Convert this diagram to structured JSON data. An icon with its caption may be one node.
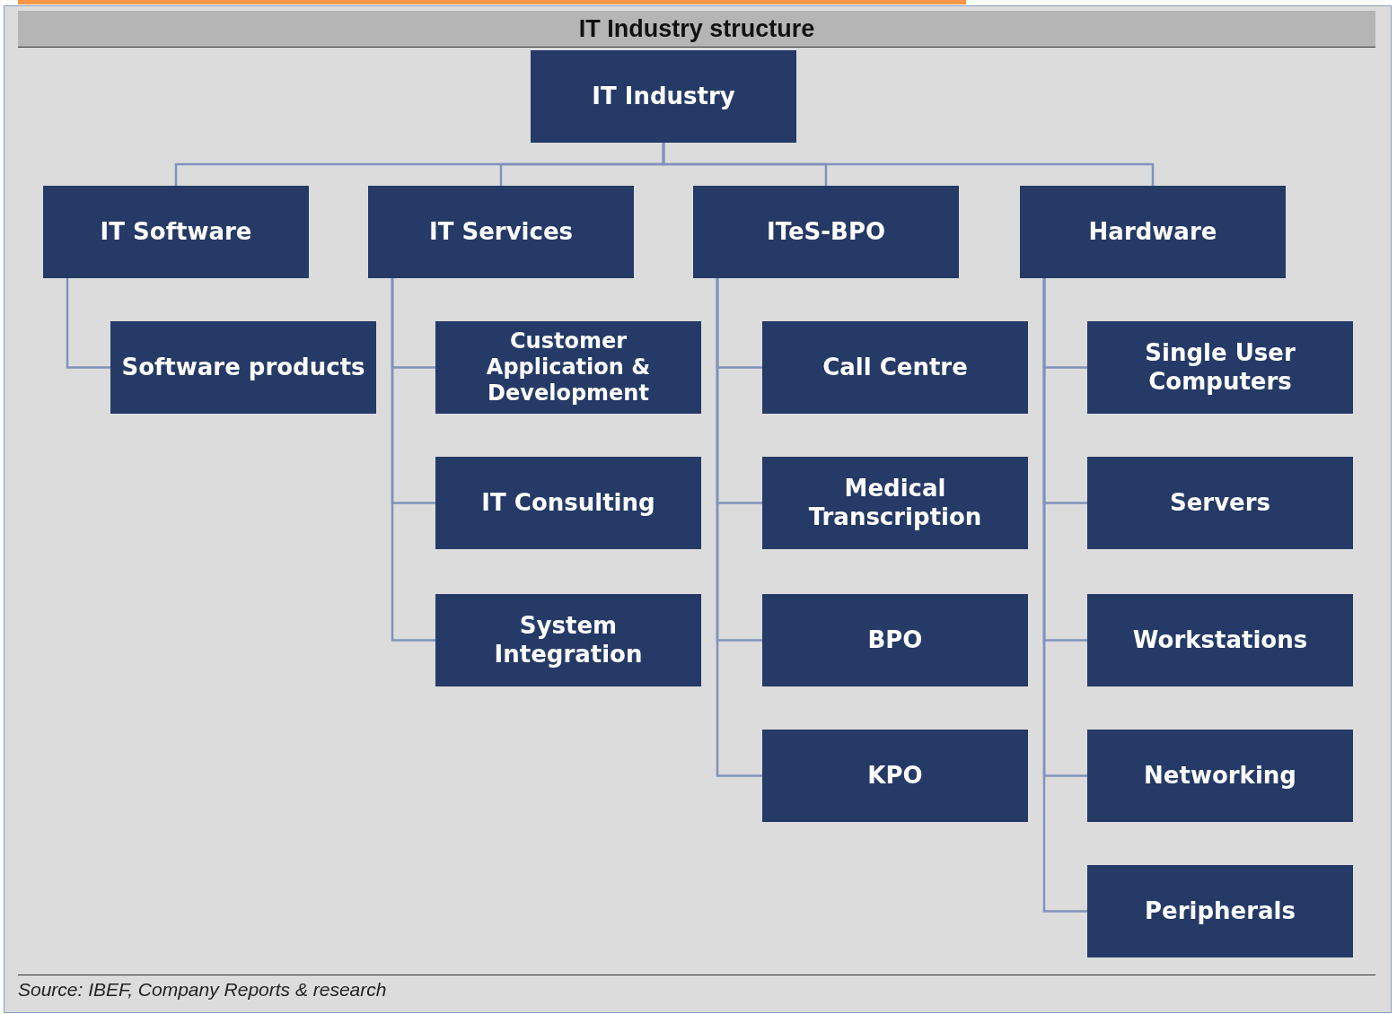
{
  "diagram": {
    "title": "IT Industry structure",
    "caption": "Source: IBEF, Company Reports & research",
    "nodes": [
      {
        "text": [
          "IT Industry"
        ]
      },
      {
        "text": [
          "IT Software"
        ]
      },
      {
        "text": [
          "IT Services"
        ]
      },
      {
        "text": [
          "ITeS-BPO"
        ]
      },
      {
        "text": [
          "Hardware"
        ]
      },
      {
        "text": [
          "Software products"
        ]
      },
      {
        "text": [
          "Customer Application & Development"
        ]
      },
      {
        "text": [
          "IT Consulting"
        ]
      },
      {
        "text": [
          "System Integration"
        ]
      },
      {
        "text": [
          "Call Centre"
        ]
      },
      {
        "text": [
          "Medical Transcription"
        ]
      },
      {
        "text": [
          "BPO"
        ]
      },
      {
        "text": [
          "KPO"
        ]
      },
      {
        "text": [
          "Single User Computers"
        ]
      },
      {
        "text": [
          "Servers"
        ]
      },
      {
        "text": [
          "Workstations"
        ]
      },
      {
        "text": [
          "Networking"
        ]
      },
      {
        "text": [
          "Peripherals"
        ]
      }
    ],
    "edges": [
      {
        "from": 0,
        "to": 1,
        "arrow": "none"
      },
      {
        "from": 0,
        "to": 2,
        "arrow": "none"
      },
      {
        "from": 0,
        "to": 3,
        "arrow": "none"
      },
      {
        "from": 0,
        "to": 4,
        "arrow": "none"
      },
      {
        "from": 1,
        "to": 5,
        "arrow": "none"
      },
      {
        "from": 2,
        "to": 6,
        "arrow": "none"
      },
      {
        "from": 2,
        "to": 7,
        "arrow": "none"
      },
      {
        "from": 2,
        "to": 8,
        "arrow": "none"
      },
      {
        "from": 3,
        "to": 9,
        "arrow": "none"
      },
      {
        "from": 3,
        "to": 10,
        "arrow": "none"
      },
      {
        "from": 3,
        "to": 11,
        "arrow": "none"
      },
      {
        "from": 3,
        "to": 12,
        "arrow": "none"
      },
      {
        "from": 4,
        "to": 13,
        "arrow": "none"
      },
      {
        "from": 4,
        "to": 14,
        "arrow": "none"
      },
      {
        "from": 4,
        "to": 15,
        "arrow": "none"
      },
      {
        "from": 4,
        "to": 16,
        "arrow": "none"
      },
      {
        "from": 4,
        "to": 17,
        "arrow": "none"
      }
    ]
  }
}
